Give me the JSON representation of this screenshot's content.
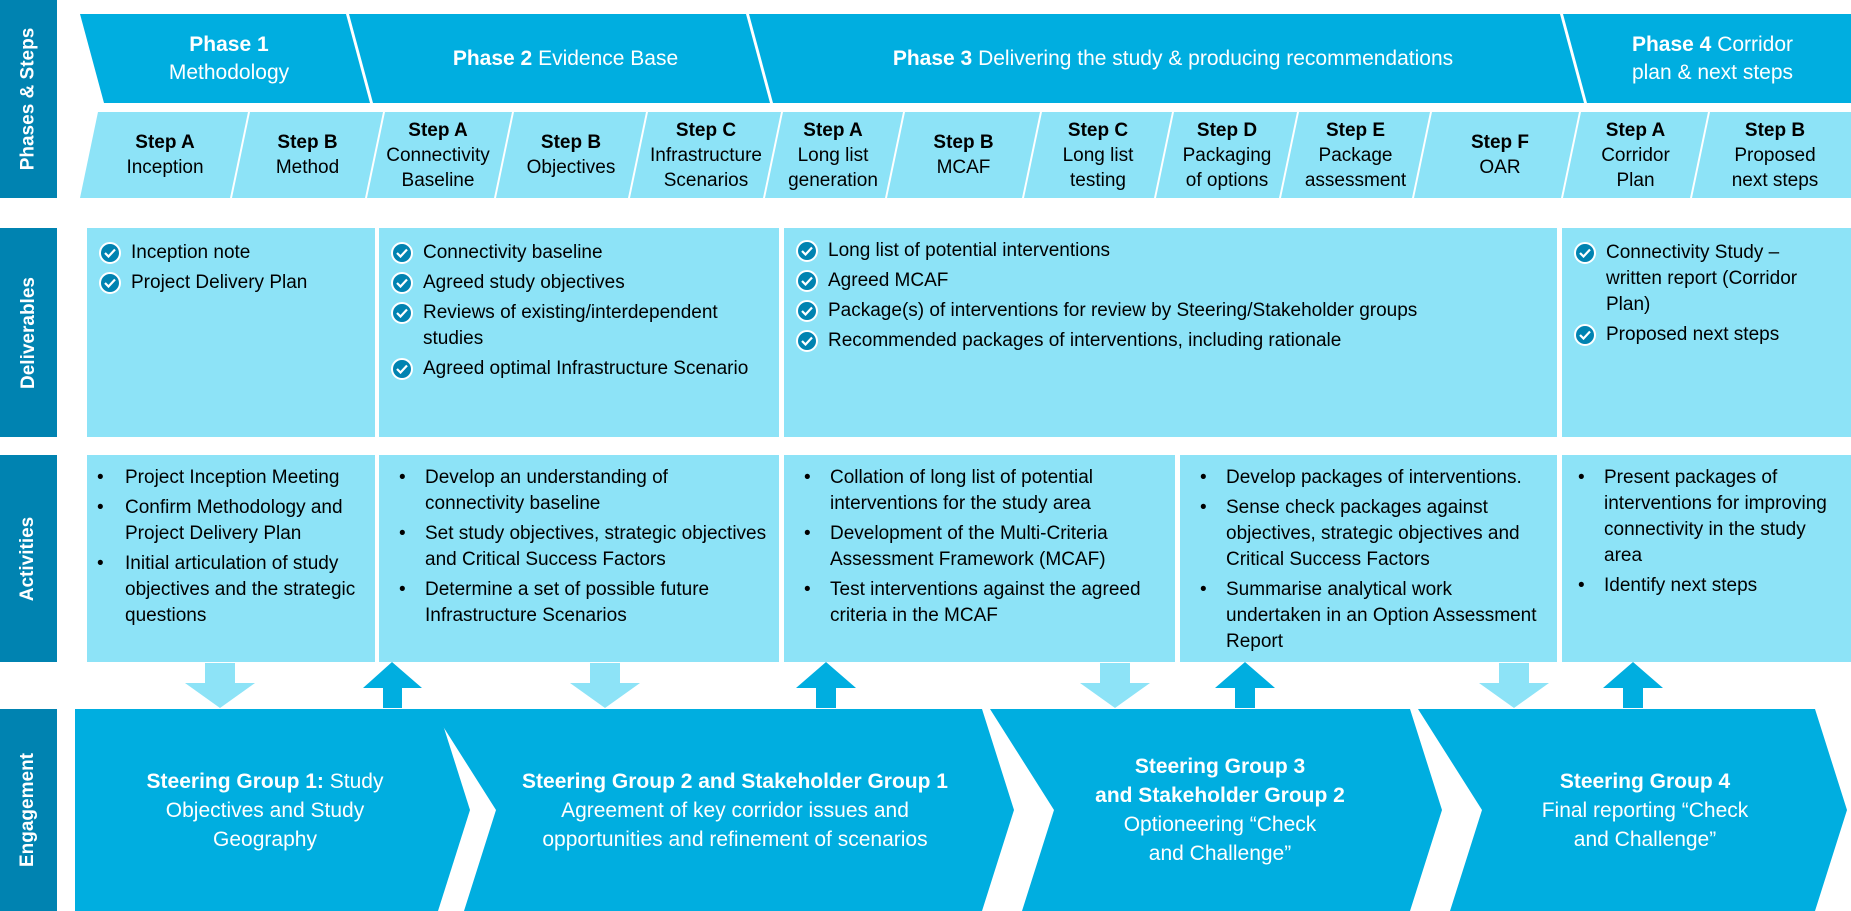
{
  "row_labels": {
    "phases": "Phases & Steps",
    "deliverables": "Deliverables",
    "activities": "Activities",
    "engagement": "Engagement"
  },
  "phases": [
    {
      "bold": "Phase 1",
      "text": "Methodology"
    },
    {
      "bold": "Phase 2",
      "text": "Evidence Base"
    },
    {
      "bold": "Phase 3",
      "text": "Delivering the study & producing recommendations"
    },
    {
      "bold": "Phase 4",
      "text_a": "Corridor",
      "text_b": "plan & next steps"
    }
  ],
  "steps": [
    {
      "b": "Step A",
      "l1": "Inception",
      "l2": ""
    },
    {
      "b": "Step B",
      "l1": "Method",
      "l2": ""
    },
    {
      "b": "Step A",
      "l1": "Connectivity",
      "l2": "Baseline"
    },
    {
      "b": "Step B",
      "l1": "Objectives",
      "l2": ""
    },
    {
      "b": "Step C",
      "l1": "Infrastructure",
      "l2": "Scenarios"
    },
    {
      "b": "Step A",
      "l1": "Long list",
      "l2": "generation"
    },
    {
      "b": "Step B",
      "l1": "MCAF",
      "l2": ""
    },
    {
      "b": "Step C",
      "l1": "Long list",
      "l2": "testing"
    },
    {
      "b": "Step D",
      "l1": "Packaging",
      "l2": "of options"
    },
    {
      "b": "Step E",
      "l1": "Package",
      "l2": "assessment"
    },
    {
      "b": "Step F",
      "l1": "OAR",
      "l2": ""
    },
    {
      "b": "Step A",
      "l1": "Corridor",
      "l2": "Plan"
    },
    {
      "b": "Step B",
      "l1": "Proposed",
      "l2": "next steps"
    }
  ],
  "deliverables": [
    [
      "Inception note",
      "Project Delivery Plan"
    ],
    [
      "Connectivity baseline",
      "Agreed study objectives",
      "Reviews of existing/interdependent studies",
      "Agreed optimal Infrastructure Scenario"
    ],
    [
      "Long list of potential interventions",
      "Agreed MCAF",
      "Package(s) of interventions for review by Steering/Stakeholder groups",
      "Recommended packages of interventions, including rationale"
    ],
    [
      "Connectivity Study – written report (Corridor Plan)",
      "Proposed next steps"
    ]
  ],
  "activities": [
    [
      "Project Inception Meeting",
      "Confirm Methodology and Project Delivery Plan",
      "Initial articulation of study objectives and the strategic questions"
    ],
    [
      "Develop an understanding of connectivity baseline",
      "Set study objectives, strategic objectives and Critical Success Factors",
      "Determine a set of possible future Infrastructure Scenarios"
    ],
    [
      "Collation of long list of potential interventions for the study area",
      "Development of the Multi-Criteria Assessment Framework (MCAF)",
      "Test interventions against the agreed criteria in the MCAF"
    ],
    [
      "Develop packages of interventions.",
      "Sense check packages against objectives, strategic objectives and Critical Success Factors",
      "Summarise analytical work undertaken in an Option Assessment Report"
    ],
    [
      "Present packages of interventions for improving connectivity in the study area",
      "Identify next steps"
    ]
  ],
  "engagement": [
    {
      "bold": "Steering Group 1:",
      "after_bold": " Study",
      "lines": [
        "Objectives and Study",
        "Geography"
      ]
    },
    {
      "bold": "Steering Group 2 and Stakeholder Group 1",
      "lines": [
        "Agreement of key corridor issues and",
        "opportunities and refinement of scenarios"
      ]
    },
    {
      "bold": "Steering Group 3",
      "bold2": "and Stakeholder Group 2",
      "lines": [
        "Optioneering “Check",
        "and Challenge”"
      ]
    },
    {
      "bold": "Steering Group 4",
      "lines": [
        "Final reporting “Check",
        "and Challenge”"
      ]
    }
  ],
  "colors": {
    "dark": "#0083b1",
    "mid": "#00aee0",
    "light": "#8de3f7",
    "arrow": "#00aee0"
  }
}
